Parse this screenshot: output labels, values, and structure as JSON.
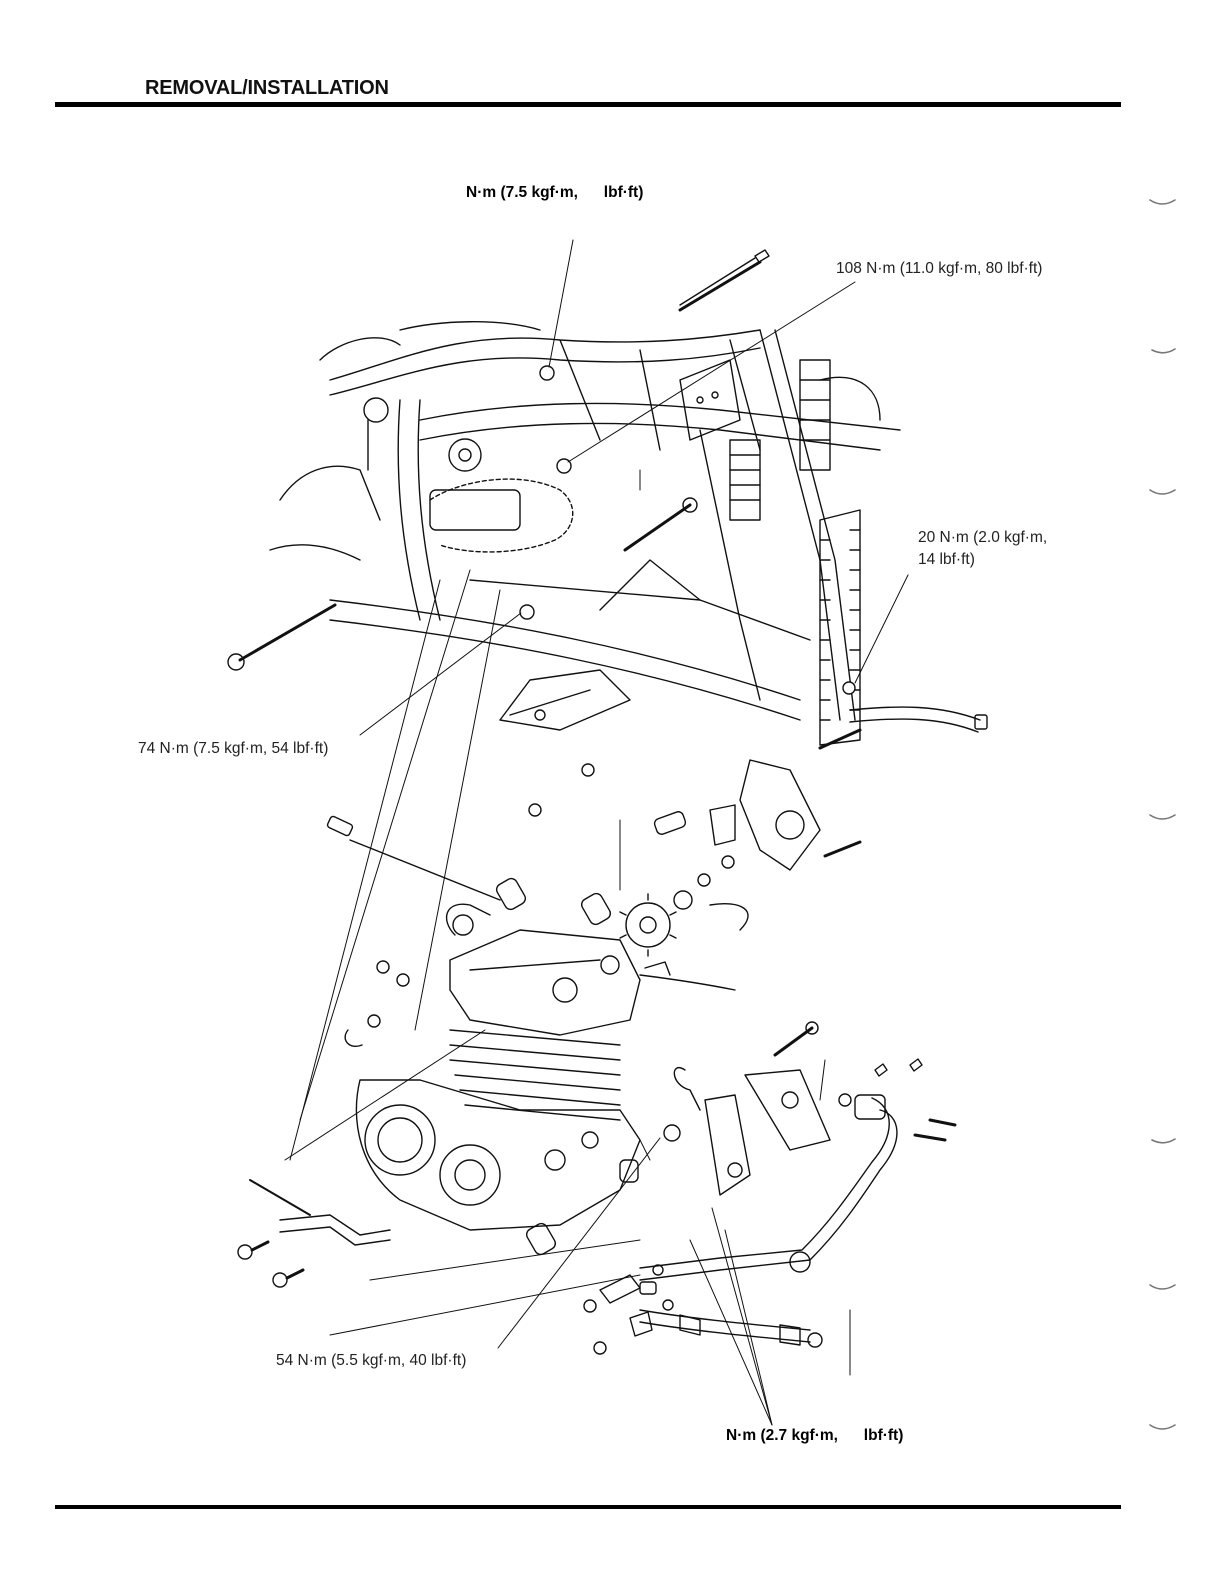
{
  "header": {
    "title": "REMOVAL/INSTALLATION"
  },
  "callouts": {
    "top_center": "N·m (7.5 kgf·m,      lbf·ft)",
    "upper_right": "108 N·m (11.0 kgf·m, 80 lbf·ft)",
    "right_line1": "20 N·m (2.0 kgf·m,",
    "right_line2": "14 lbf·ft)",
    "left": "74 N·m (7.5 kgf·m, 54 lbf·ft)",
    "lower_left": "54 N·m (5.5 kgf·m, 40 lbf·ft)",
    "bottom": "N·m (2.7 kgf·m,      lbf·ft)"
  },
  "illustration": {
    "subject": "exploded view of engine, frame and exhaust fasteners",
    "icon_names": [
      "frame-icon",
      "engine-icon",
      "radiator-icon",
      "sprocket-icon",
      "bolt-icon",
      "exhaust-pipe-icon"
    ]
  }
}
